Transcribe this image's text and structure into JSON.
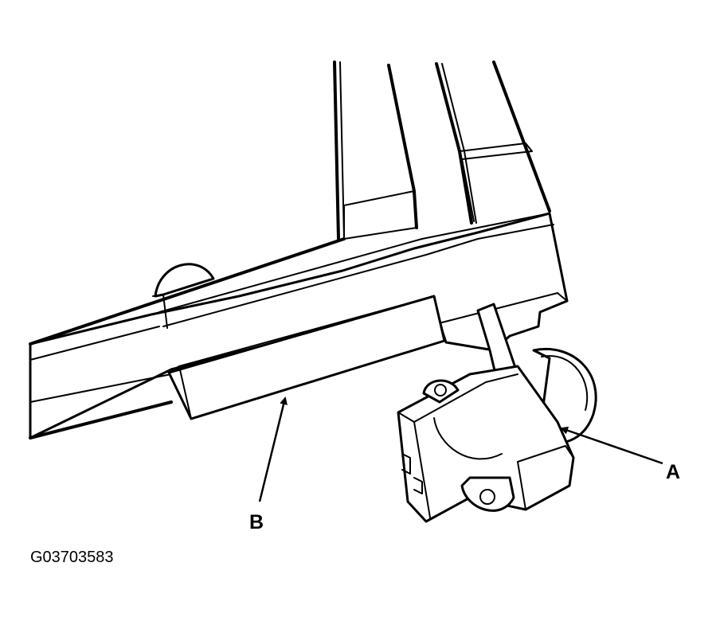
{
  "figure": {
    "callouts": {
      "a": "A",
      "b": "B"
    },
    "code": "G03703583"
  }
}
